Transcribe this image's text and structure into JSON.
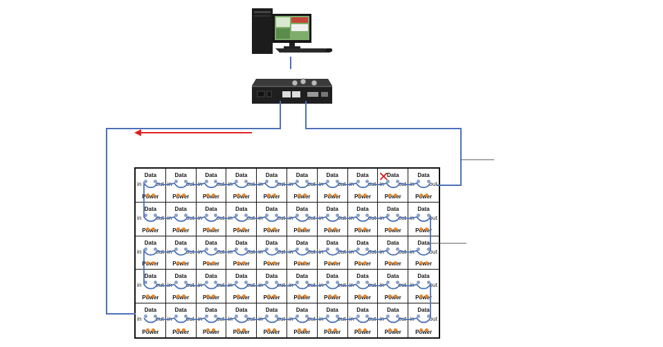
{
  "diagram": {
    "cell_labels": {
      "data": "Data",
      "in": "in",
      "out": "out",
      "power": "Power"
    },
    "grid": {
      "rows": 5,
      "cols": 10
    },
    "fault_cell": {
      "row": 0,
      "col": 8
    },
    "fault_symbol": "✕",
    "colors": {
      "cable": "#4a70b8",
      "return_arrow": "#e02020",
      "fault_mark": "#e01818",
      "power_dot": "#e8862a",
      "grid_border": "#111111"
    },
    "icons": [
      "computer-icon",
      "sending-box-icon"
    ]
  }
}
